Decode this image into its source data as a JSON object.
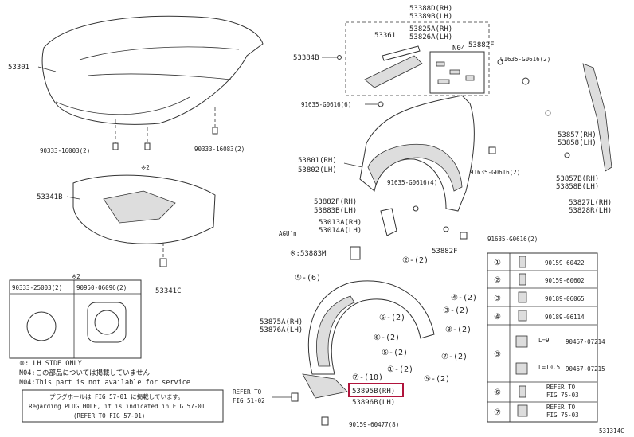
{
  "labels": {
    "l53301": "53301",
    "l53341b": "53341B",
    "l90333a": "90333-16003(2)",
    "l90333b": "90333-16083(2)",
    "star2": "※2",
    "l53341c": "53341C",
    "l53880": "53388D(RH)",
    "l53889": "53389B(LH)",
    "l53825a": "53825A(RH)",
    "l53826a": "53826A(LH)",
    "l53361": "53361",
    "n04": "N04",
    "l53384b": "53384B",
    "l53882f_top": "53882F",
    "l91635_1": "91635-G0616(2)",
    "l91635_2": "91635-G0616(6)",
    "l53801": "53801(RH)",
    "l53802": "53802(LH)",
    "l91635_3": "91635-G0616(2)",
    "l91635_4": "91635-G0616(4)",
    "l53882f_rh": "53882F(RH)",
    "l53883b": "53883B(LH)",
    "l53013a": "53013A(RH)",
    "l53014a": "53014A(LH)",
    "l53882f_b": "53882F",
    "l91635_5": "91635-G0616(2)",
    "l53857": "53857(RH)",
    "l53858": "53858(LH)",
    "l53857b": "53857B(RH)",
    "l53858b": "53858B(LH)",
    "l53827l": "53827L(RH)",
    "l53828r": "53828R(LH)",
    "aguri": "AGU′n",
    "l53883m": "※:53883M",
    "c5_6": "⑤-(6)",
    "c2_2a": "②-(2)",
    "c4_2": "④-(2)",
    "c3_2a": "③-(2)",
    "c5_2a": "⑤-(2)",
    "c3_2b": "③-(2)",
    "c6_2": "⑥-(2)",
    "c5_2b": "⑤-(2)",
    "c7_2": "⑦-(2)",
    "c1_2": "①-(2)",
    "c5_2c": "⑤-(2)",
    "c7_10": "⑦-(10)",
    "l53875a": "53875A(RH)",
    "l53876a": "53876A(LH)",
    "l53895b": "53895B(RH)",
    "l53896b": "53896B(LH)",
    "refer1a": "REFER TO",
    "refer1b": "FIG 51-02",
    "l90159": "90159-60477(8)",
    "ref_id": "531314C"
  },
  "star_table": {
    "title": "※2",
    "col1": "90333-25003(2)",
    "col2": "90950-06096(2)"
  },
  "notes": [
    "※: LH SIDE ONLY",
    "N04:この部品については掲載していません",
    "N04:This part is not available for service"
  ],
  "plug_note": [
    "プラグホールは FIG 57-01 に掲載しています。",
    "Regarding PLUG HOLE, it is indicated in FIG 57-01",
    "(REFER TO FIG 57-01)"
  ],
  "legend": [
    {
      "num": "①",
      "part": "90159 60422"
    },
    {
      "num": "②",
      "part": "90159-60602"
    },
    {
      "num": "③",
      "part": "90189-06065"
    },
    {
      "num": "④",
      "part": "90189-06114"
    },
    {
      "num": "⑤",
      "part_a": "90467-07214",
      "len_a": "L=9",
      "part_b": "90467-07215",
      "len_b": "L=10.5"
    },
    {
      "num": "⑥",
      "part": "REFER TO",
      "part2": "FIG 75-03"
    },
    {
      "num": "⑦",
      "part": "REFER TO",
      "part2": "FIG 75-03"
    }
  ]
}
